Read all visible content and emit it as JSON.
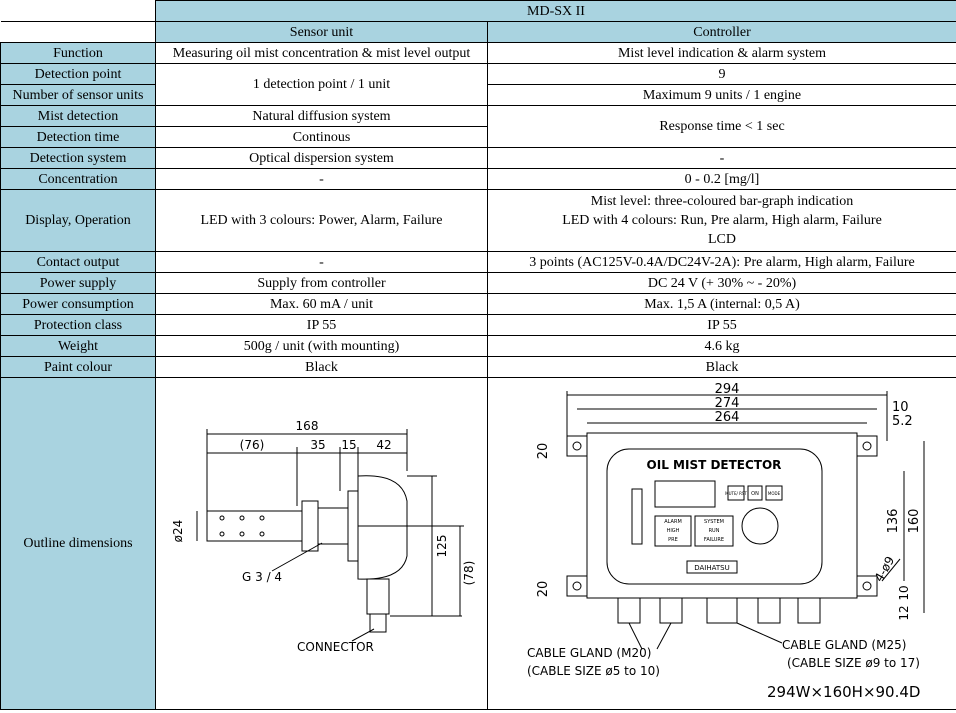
{
  "title": "MD-SX II",
  "columns": {
    "sensor": "Sensor unit",
    "controller": "Controller"
  },
  "rows": {
    "function": {
      "label": "Function",
      "sensor": "Measuring oil mist concentration & mist level output",
      "controller": "Mist level indication & alarm system"
    },
    "detection_point": {
      "label": "Detection point",
      "controller": "9"
    },
    "sensor_units": {
      "label": "Number of sensor units",
      "controller": "Maximum 9 units / 1 engine"
    },
    "detection_sensor_merged": "1 detection point / 1 unit",
    "mist_detection": {
      "label": "Mist detection",
      "sensor": "Natural diffusion system"
    },
    "detection_time": {
      "label": "Detection time",
      "sensor": "Continous"
    },
    "response_merged": "Response time < 1 sec",
    "detection_system": {
      "label": "Detection system",
      "sensor": "Optical dispersion system",
      "controller": "-"
    },
    "concentration": {
      "label": "Concentration",
      "sensor": "-",
      "controller": "0 - 0.2 [mg/l]"
    },
    "display": {
      "label": "Display, Operation",
      "sensor": "LED with 3 colours: Power, Alarm, Failure",
      "controller_line1": "Mist level: three-coloured bar-graph indication",
      "controller_line2": "LED with 4 colours: Run, Pre alarm, High alarm, Failure",
      "controller_line3": "LCD"
    },
    "contact_output": {
      "label": "Contact output",
      "sensor": "-",
      "controller": "3 points (AC125V-0.4A/DC24V-2A): Pre alarm, High alarm, Failure"
    },
    "power_supply": {
      "label": "Power supply",
      "sensor": "Supply from controller",
      "controller": "DC 24 V (+ 30% ~ - 20%)"
    },
    "power_consumption": {
      "label": "Power consumption",
      "sensor": "Max. 60 mA / unit",
      "controller": "Max. 1,5 A (internal: 0,5 A)"
    },
    "protection_class": {
      "label": "Protection class",
      "sensor": "IP 55",
      "controller": "IP 55"
    },
    "weight": {
      "label": "Weight",
      "sensor": "500g / unit (with mounting)",
      "controller": "4.6 kg"
    },
    "paint_colour": {
      "label": "Paint colour",
      "sensor": "Black",
      "controller": "Black"
    },
    "outline": {
      "label": "Outline dimensions"
    }
  },
  "sensor_drawing": {
    "dim_total": "168",
    "dim_a": "(76)",
    "dim_b": "35",
    "dim_c": "15",
    "dim_d": "42",
    "dim_dia": "ø24",
    "dim_h": "125",
    "dim_h2": "(78)",
    "thread": "G 3 / 4",
    "connector": "CONNECTOR"
  },
  "controller_drawing": {
    "dim_w1": "294",
    "dim_w2": "274",
    "dim_w3": "264",
    "dim_r1": "10",
    "dim_r2": "5.2",
    "dim_left_top": "20",
    "dim_left_bot": "20",
    "dim_h1": "136",
    "dim_h2": "160",
    "dim_hole": "4-ø9",
    "dim_r3": "10",
    "dim_r4": "12",
    "panel_title": "OIL MIST DETECTOR",
    "brand": "DAIHATSU",
    "btn_reset": "MUTE/ RST",
    "btn_on": "ON",
    "btn_mode": "MODE",
    "alarm_header": "ALARM",
    "alarm_high": "HIGH",
    "alarm_pre": "PRE",
    "system_header": "SYSTEM",
    "system_run": "RUN",
    "system_failure": "FAILURE",
    "gland1_line1": "CABLE GLAND (M20)",
    "gland1_line2": "(CABLE SIZE ø5 to 10)",
    "gland2_line1": "CABLE GLAND (M25)",
    "gland2_line2": "(CABLE SIZE ø9 to 17)",
    "overall": "294W×160H×90.4D"
  }
}
